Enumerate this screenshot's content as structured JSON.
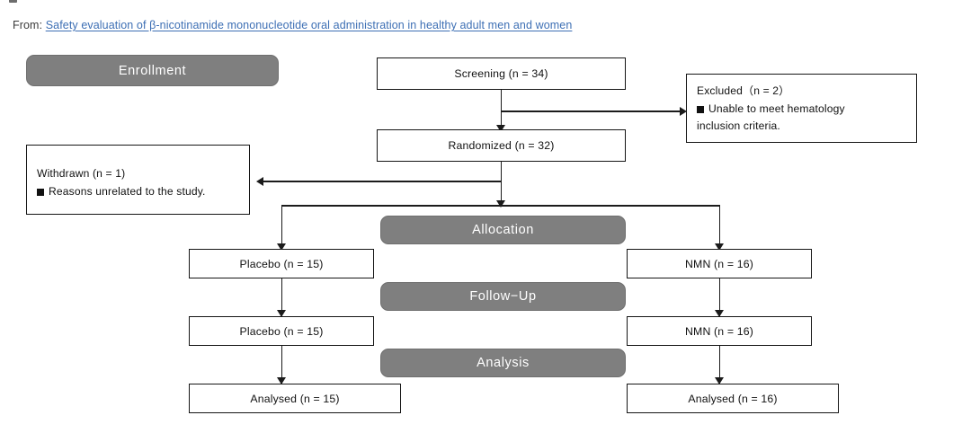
{
  "header": {
    "from_label": "From:",
    "article_title": "Safety evaluation of β-nicotinamide mononucleotide oral administration in healthy adult men and women",
    "link_color": "#3d6fb4"
  },
  "theme": {
    "banner_fill": "#7f7f7f",
    "banner_text": "#ffffff",
    "node_border": "#151515",
    "node_fill": "#ffffff",
    "connector": "#1b1b1b"
  },
  "stages": [
    {
      "id": "enrollment",
      "label": "Enrollment"
    },
    {
      "id": "allocation",
      "label": "Allocation"
    },
    {
      "id": "follow-up",
      "label": "Follow−Up"
    },
    {
      "id": "analysis",
      "label": "Analysis"
    }
  ],
  "nodes": {
    "screening": {
      "label": "Screening (n = 34)",
      "n": 34
    },
    "randomized": {
      "label": "Randomized (n = 32)",
      "n": 32
    },
    "excluded": {
      "title": "Excluded（n = 2）",
      "n": 2,
      "reason_line1": "Unable to meet hematology",
      "reason_line2": "inclusion criteria."
    },
    "withdrawn": {
      "title": "Withdrawn (n = 1)",
      "n": 1,
      "reason": "Reasons unrelated to the study."
    },
    "allocation_placebo": {
      "label": "Placebo (n = 15)",
      "n": 15
    },
    "allocation_nmn": {
      "label": "NMN (n = 16)",
      "n": 16
    },
    "followup_placebo": {
      "label": "Placebo (n = 15)",
      "n": 15
    },
    "followup_nmn": {
      "label": "NMN (n = 16)",
      "n": 16
    },
    "analysed_placebo": {
      "label": "Analysed (n = 15)",
      "n": 15
    },
    "analysed_nmn": {
      "label": "Analysed (n = 16)",
      "n": 16
    }
  },
  "icons": {
    "square_bullet": "square-bullet-icon",
    "arrow_down": "arrow-down-icon",
    "arrow_right": "arrow-right-icon",
    "arrow_left": "arrow-left-icon"
  }
}
